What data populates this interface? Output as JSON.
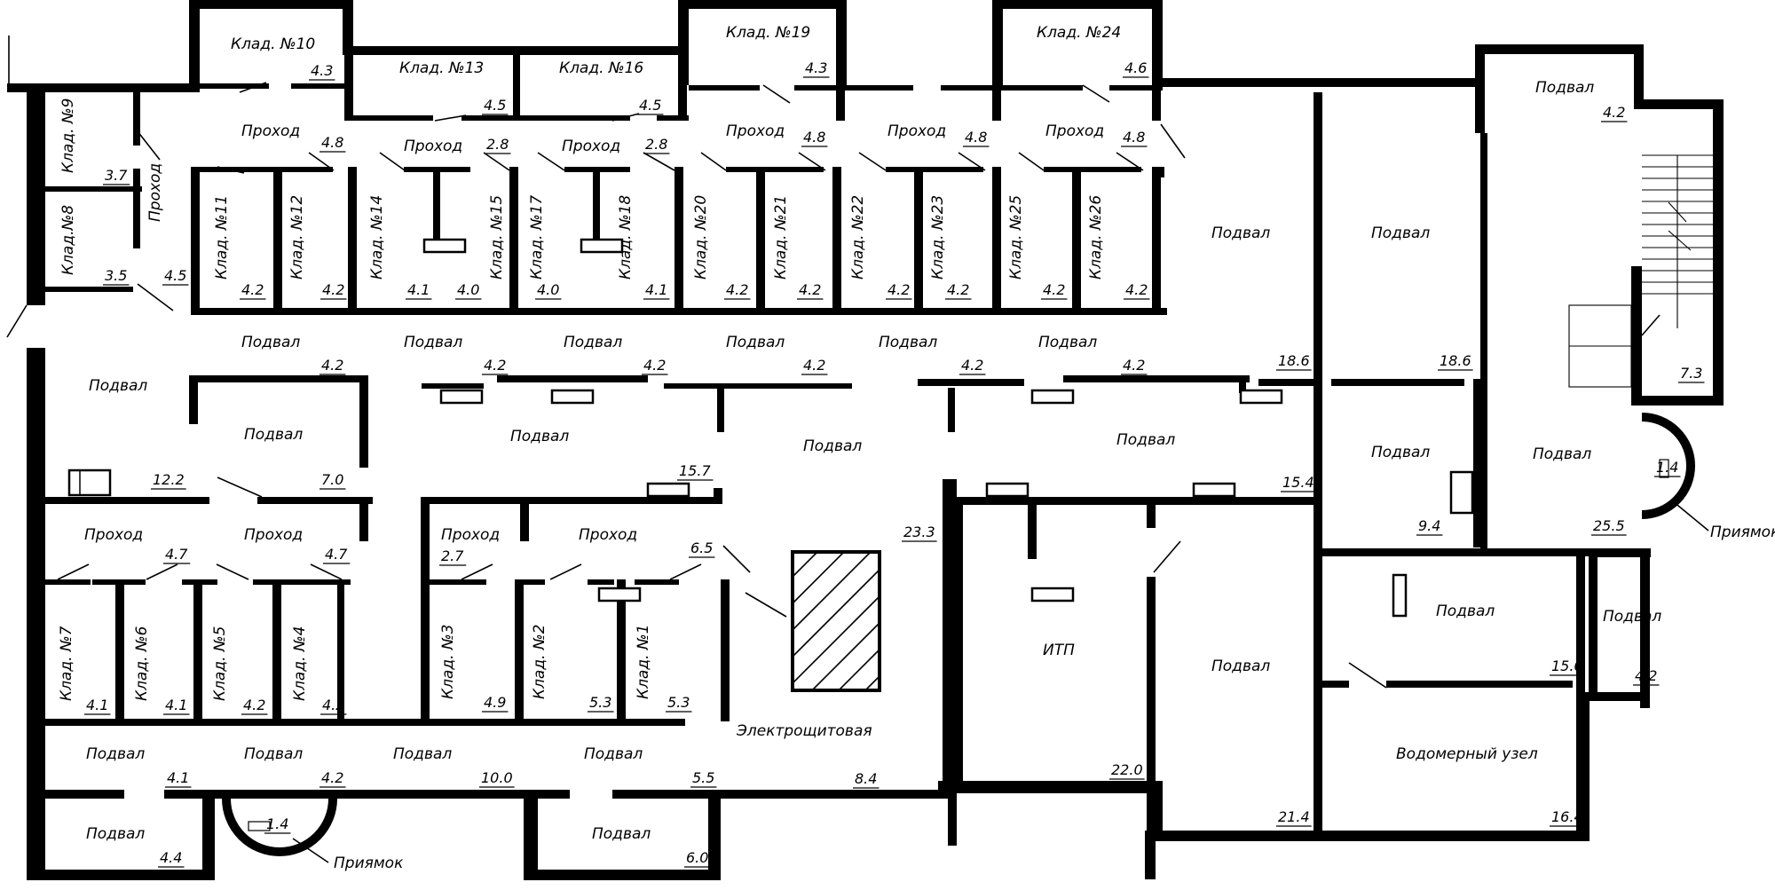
{
  "plan": {
    "rooms": [
      {
        "name": "Клад. №10",
        "area": "4.3"
      },
      {
        "name": "Клад. №13",
        "area": "4.5"
      },
      {
        "name": "Клад. №16",
        "area": "4.5"
      },
      {
        "name": "Клад. №19",
        "area": "4.3"
      },
      {
        "name": "Клад. №24",
        "area": "4.6"
      },
      {
        "name": "Подвал",
        "area": "4.2"
      },
      {
        "name": "Клад. №9",
        "area": "3.7"
      },
      {
        "name": "Клад.№8",
        "area": "3.5"
      },
      {
        "name": "Проход",
        "area": "4.5"
      },
      {
        "name": "Проход",
        "area": "4.8"
      },
      {
        "name": "Проход",
        "area": "2.8"
      },
      {
        "name": "Проход",
        "area": "2.8"
      },
      {
        "name": "Проход",
        "area": "4.8"
      },
      {
        "name": "Проход",
        "area": "4.8"
      },
      {
        "name": "Проход",
        "area": "4.8"
      },
      {
        "name": "Клад. №11",
        "area": "4.2"
      },
      {
        "name": "Клад. №12",
        "area": "4.2"
      },
      {
        "name": "Клад. №14",
        "area": "4.1"
      },
      {
        "name": "Клад. №15",
        "area": "4.0"
      },
      {
        "name": "Клад. №17",
        "area": "4.0"
      },
      {
        "name": "Клад. №18",
        "area": "4.1"
      },
      {
        "name": "Клад. №20",
        "area": "4.2"
      },
      {
        "name": "Клад. №21",
        "area": "4.2"
      },
      {
        "name": "Клад. №22",
        "area": "4.2"
      },
      {
        "name": "Клад. №23",
        "area": "4.2"
      },
      {
        "name": "Клад. №25",
        "area": "4.2"
      },
      {
        "name": "Клад. №26",
        "area": "4.2"
      },
      {
        "name": "Подвал",
        "area": "18.6"
      },
      {
        "name": "Подвал",
        "area": "18.6"
      },
      {
        "name": "",
        "area": "7.3"
      },
      {
        "name": "Подвал",
        "area": "4.2"
      },
      {
        "name": "Подвал",
        "area": "4.2"
      },
      {
        "name": "Подвал",
        "area": "4.2"
      },
      {
        "name": "Подвал",
        "area": "4.2"
      },
      {
        "name": "Подвал",
        "area": "4.2"
      },
      {
        "name": "Подвал",
        "area": "4.2"
      },
      {
        "name": "Подвал",
        "area": "12.2"
      },
      {
        "name": "Подвал",
        "area": "7.0"
      },
      {
        "name": "Подвал",
        "area": "15.7"
      },
      {
        "name": "Подвал",
        "area": "23.3"
      },
      {
        "name": "Подвал",
        "area": "15.4"
      },
      {
        "name": "Подвал",
        "area": "9.4"
      },
      {
        "name": "Подвал",
        "area": "25.5"
      },
      {
        "name": "Проход",
        "area": "4.7"
      },
      {
        "name": "Проход",
        "area": "4.7"
      },
      {
        "name": "Проход",
        "area": "2.7"
      },
      {
        "name": "Проход",
        "area": "6.5"
      },
      {
        "name": "Клад. №7",
        "area": "4.1"
      },
      {
        "name": "Клад. №6",
        "area": "4.1"
      },
      {
        "name": "Клад. №5",
        "area": "4.2"
      },
      {
        "name": "Клад. №4",
        "area": "4.2"
      },
      {
        "name": "Клад. №3",
        "area": "4.9"
      },
      {
        "name": "Клад. №2",
        "area": "5.3"
      },
      {
        "name": "Клад. №1",
        "area": "5.3"
      },
      {
        "name": "Электрощитовая",
        "area": "8.4"
      },
      {
        "name": "ИТП",
        "area": "22.0"
      },
      {
        "name": "Подвал",
        "area": "21.4"
      },
      {
        "name": "Подвал",
        "area": "15.0"
      },
      {
        "name": "Подвал",
        "area": "4.2"
      },
      {
        "name": "Водомерный узел",
        "area": "16.4"
      },
      {
        "name": "Подвал",
        "area": "4.1"
      },
      {
        "name": "Подвал",
        "area": "4.2"
      },
      {
        "name": "Подвал",
        "area": "10.0"
      },
      {
        "name": "Подвал",
        "area": "5.5"
      },
      {
        "name": "Подвал",
        "area": "4.4"
      },
      {
        "name": "Подвал",
        "area": "6.0"
      },
      {
        "name": "",
        "area": "1.4"
      },
      {
        "name": "",
        "area": "1.4"
      }
    ],
    "pit_label": "Приямок"
  }
}
